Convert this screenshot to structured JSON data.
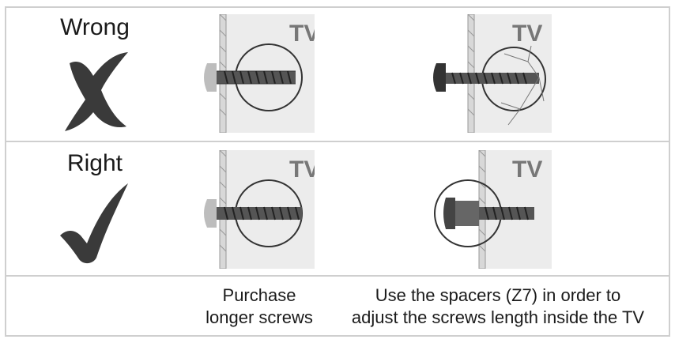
{
  "rows": [
    {
      "label": "Wrong",
      "mark_icon": "cross-icon"
    },
    {
      "label": "Right",
      "mark_icon": "check-icon"
    }
  ],
  "tv_label": "TV",
  "captions": {
    "left": [
      "Purchase",
      "longer screws"
    ],
    "right": [
      "Use the spacers (Z7) in order to",
      "adjust the screws length inside the TV"
    ]
  },
  "colors": {
    "border": "#cfcfcf",
    "mark": "#3a3a3a",
    "panel": "#ececec"
  }
}
